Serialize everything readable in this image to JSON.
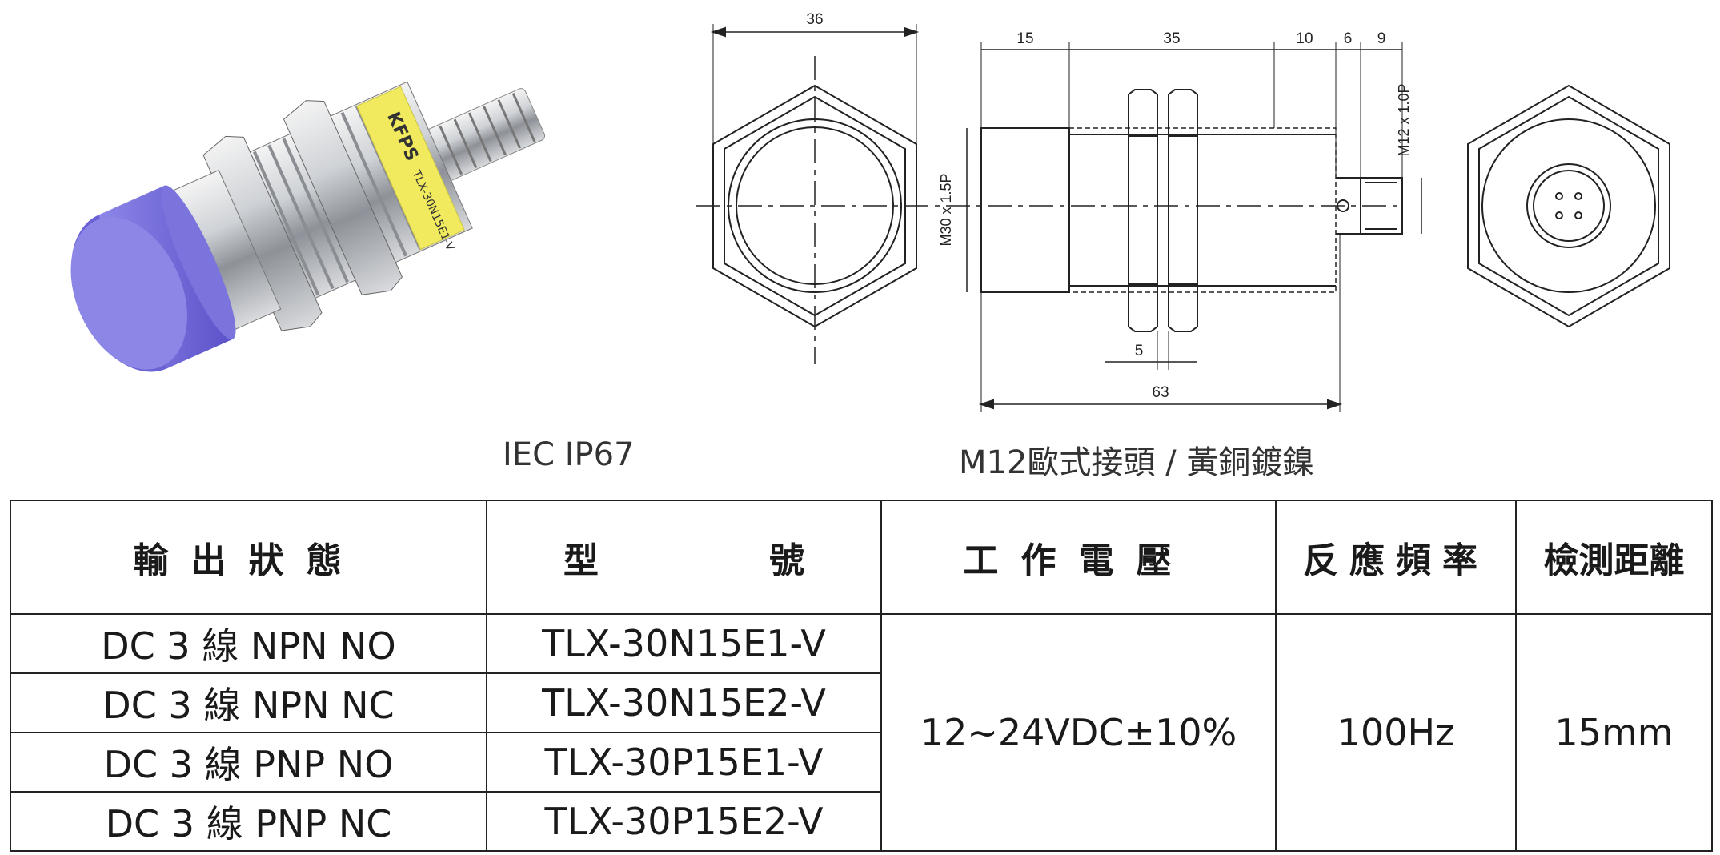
{
  "captions": {
    "left": "IEC IP67",
    "right": "M12歐式接頭 / 黃銅鍍鎳"
  },
  "product_label": {
    "brand": "KFPS",
    "model_on_body": "TLX-30N15E1-V"
  },
  "dimensions": {
    "hex_width": "36",
    "seg_15": "15",
    "seg_35": "35",
    "seg_10": "10",
    "seg_6": "6",
    "seg_9": "9",
    "nut": "5",
    "total": "63",
    "thread_main": "M30 x 1.5P",
    "thread_connector": "M12 x 1.0P"
  },
  "table": {
    "headers": {
      "output": "輸出狀態",
      "model_a": "型",
      "model_b": "號",
      "voltage": "工作電壓",
      "frequency": "反應頻率",
      "distance": "檢測距離"
    },
    "rows": [
      {
        "output": "DC 3 線 NPN NO",
        "model": "TLX-30N15E1-V"
      },
      {
        "output": "DC 3 線 NPN NC",
        "model": "TLX-30N15E2-V"
      },
      {
        "output": "DC 3 線 PNP NO",
        "model": "TLX-30P15E1-V"
      },
      {
        "output": "DC 3 線 PNP NC",
        "model": "TLX-30P15E2-V"
      }
    ],
    "voltage": "12~24VDC±10%",
    "frequency": "100Hz",
    "distance": "15mm"
  }
}
